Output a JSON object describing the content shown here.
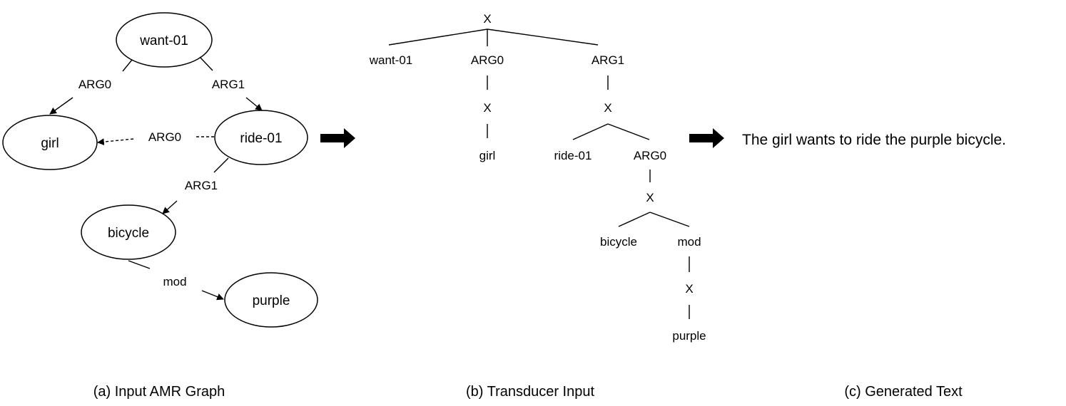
{
  "panel_a": {
    "nodes": {
      "want": "want-01",
      "girl": "girl",
      "ride": "ride-01",
      "bicycle": "bicycle",
      "purple": "purple"
    },
    "edges": {
      "want_girl": "ARG0",
      "want_ride": "ARG1",
      "ride_girl": "ARG0",
      "ride_bicycle": "ARG1",
      "bicycle_purple": "mod"
    },
    "caption": "(a) Input AMR Graph"
  },
  "panel_b": {
    "root": "X",
    "want": "want-01",
    "arg0": "ARG0",
    "arg1": "ARG1",
    "arg0_x": "X",
    "girl": "girl",
    "arg1_x": "X",
    "ride": "ride-01",
    "ride_arg0": "ARG0",
    "ride_arg0_x": "X",
    "bicycle": "bicycle",
    "mod": "mod",
    "mod_x": "X",
    "purple": "purple",
    "caption": "(b) Transducer Input"
  },
  "panel_c": {
    "text": "The girl wants to ride the purple bicycle.",
    "caption": "(c) Generated Text"
  },
  "colors": {
    "stroke": "#000000",
    "background": "#ffffff"
  }
}
